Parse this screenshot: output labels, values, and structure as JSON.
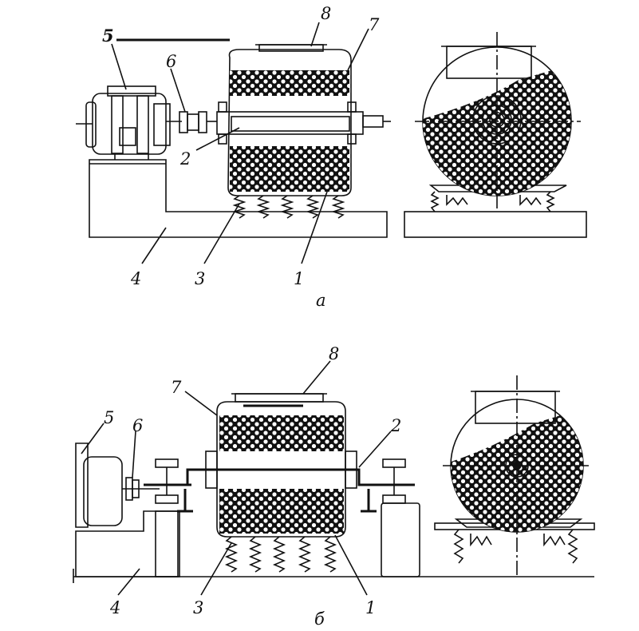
{
  "views": {
    "a": {
      "caption": "а",
      "labels": {
        "l1": "1",
        "l2": "2",
        "l3": "3",
        "l4": "4",
        "l5": "5",
        "l6": "6",
        "l7": "7",
        "l8": "8"
      }
    },
    "b": {
      "caption": "б",
      "labels": {
        "l1": "1",
        "l2": "2",
        "l3": "3",
        "l4": "4",
        "l5": "5",
        "l6": "6",
        "l7": "7",
        "l8": "8"
      }
    }
  },
  "colors": {
    "ink": "#111111",
    "paper": "#ffffff"
  }
}
